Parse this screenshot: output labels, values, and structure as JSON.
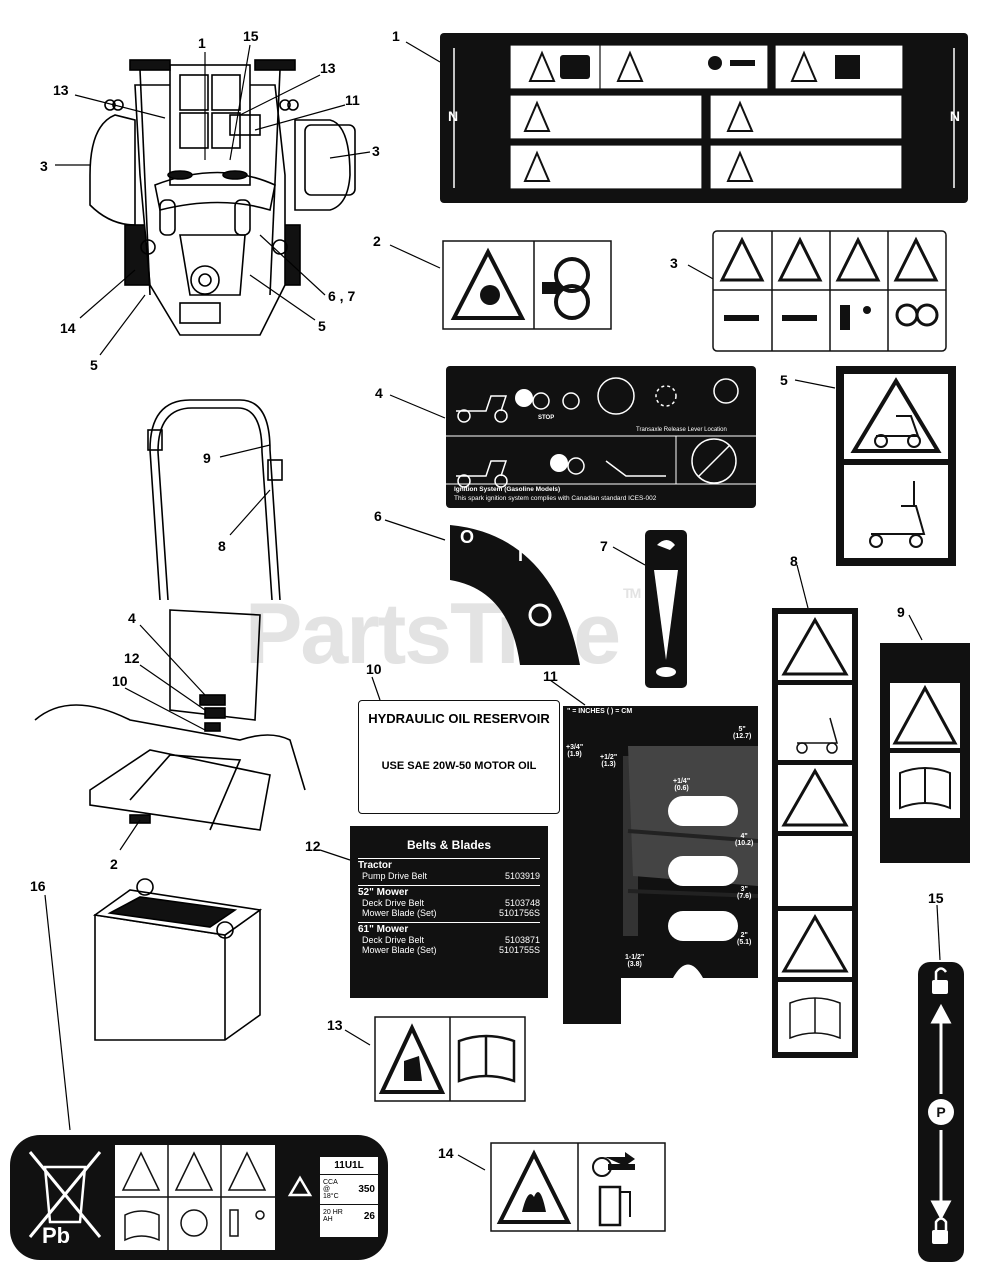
{
  "watermark": {
    "text": "PartsTree",
    "tm": "TM"
  },
  "callouts": {
    "c1a": "1",
    "c15a": "15",
    "c13a": "13",
    "c13b": "13",
    "c11a": "11",
    "c3a": "3",
    "c3b": "3",
    "c14a": "14",
    "c5a": "5",
    "c5b": "5",
    "c67": "6 , 7",
    "c9a": "9",
    "c8a": "8",
    "c4a": "4",
    "c12a": "12",
    "c10a": "10",
    "c2a": "2",
    "c16": "16",
    "d1": "1",
    "d2": "2",
    "d3": "3",
    "d4": "4",
    "d5": "5",
    "d6": "6",
    "d7": "7",
    "d8": "8",
    "d9": "9",
    "d10": "10",
    "d11": "11",
    "d12": "12",
    "d13": "13",
    "d14": "14",
    "d15": "15"
  },
  "decal4": {
    "release_label": "Transaxle Release Lever Location",
    "ignition_title": "Ignition System (Gasoline Models)",
    "ignition_text": "This spark ignition system complies with Canadian standard ICES-002",
    "stop": "STOP"
  },
  "decal6": {
    "off": "O",
    "on": "I"
  },
  "decal10": {
    "title": "HYDRAULIC OIL RESERVOIR",
    "body": "USE SAE 20W-50 MOTOR OIL"
  },
  "decal11": {
    "header": "\" = INCHES  ( ) = CM",
    "labels": [
      {
        "in": "+3/4\"",
        "cm": "(1.9)"
      },
      {
        "in": "+1/2\"",
        "cm": "(1.3)"
      },
      {
        "in": "+1/4\"",
        "cm": "(0.6)"
      },
      {
        "in": "5\"",
        "cm": "(12.7)"
      },
      {
        "in": "4\"",
        "cm": "(10.2)"
      },
      {
        "in": "3\"",
        "cm": "(7.6)"
      },
      {
        "in": "2\"",
        "cm": "(5.1)"
      },
      {
        "in": "1-1/2\"",
        "cm": "(3.8)"
      }
    ]
  },
  "decal12": {
    "title": "Belts & Blades",
    "sections": [
      {
        "heading": "Tractor",
        "rows": [
          {
            "name": "Pump Drive Belt",
            "part": "5103919"
          }
        ]
      },
      {
        "heading": "52\" Mower",
        "rows": [
          {
            "name": "Deck Drive Belt",
            "part": "5103748"
          },
          {
            "name": "Mower Blade (Set)",
            "part": "5101756S"
          }
        ]
      },
      {
        "heading": "61\" Mower",
        "rows": [
          {
            "name": "Deck Drive Belt",
            "part": "5103871"
          },
          {
            "name": "Mower Blade (Set)",
            "part": "5101755S"
          }
        ]
      }
    ]
  },
  "decal16": {
    "pb": "Pb",
    "model": "11U1L",
    "cca_label": "CCA @ 18°C",
    "cca_value": "350",
    "ah_label": "20 HR AH",
    "ah_value": "26"
  },
  "decal1": {
    "side_label": "N"
  },
  "colors": {
    "black": "#111111",
    "white": "#ffffff",
    "decal_gray": "#444444",
    "watermark": "#e3e3e3"
  }
}
